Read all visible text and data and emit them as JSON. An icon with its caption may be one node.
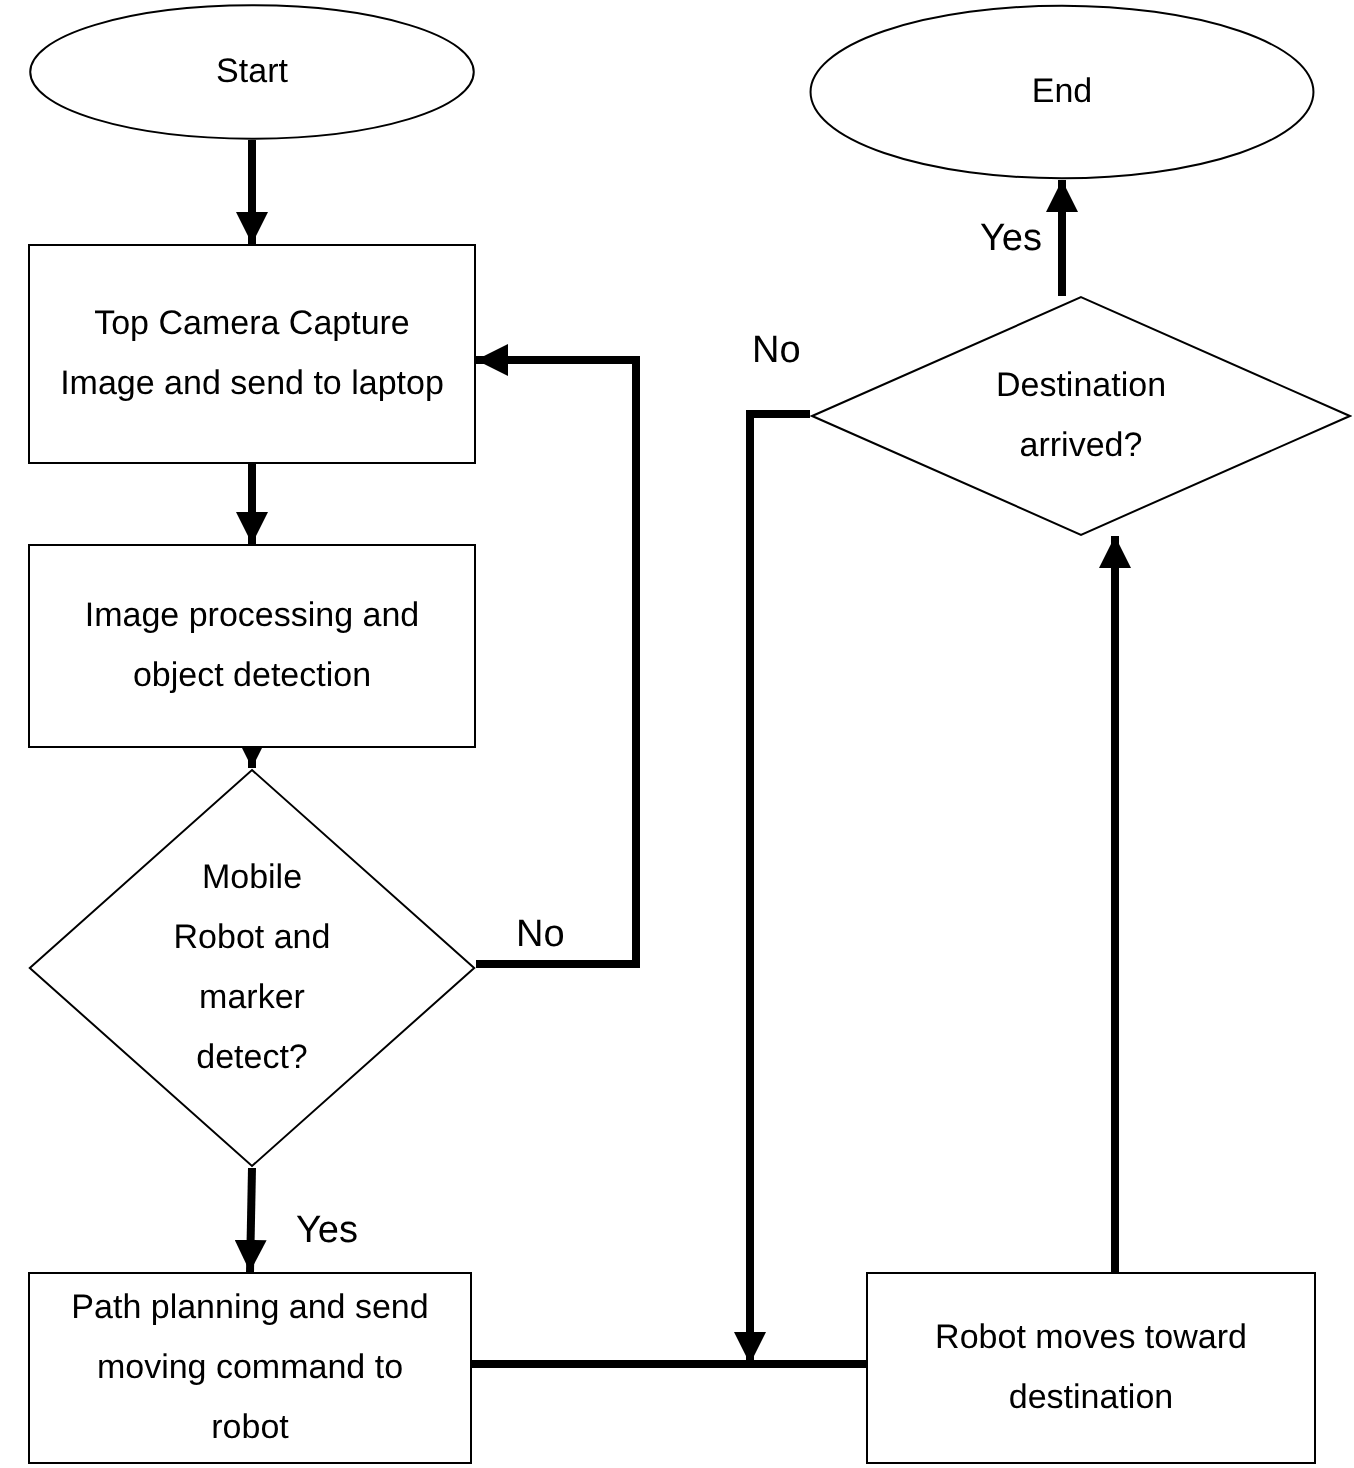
{
  "diagram": {
    "nodes": [
      {
        "text": [
          "Start"
        ]
      },
      {
        "text": [
          "Top Camera Capture Image and send to laptop"
        ]
      },
      {
        "text": [
          "Image processing and object detection"
        ]
      },
      {
        "text": [
          "Mobile Robot and marker detect?"
        ]
      },
      {
        "text": [
          "Path planning and send moving command to robot"
        ]
      },
      {
        "text": [
          "Robot moves toward destination"
        ]
      },
      {
        "text": [
          "Destination arrived?"
        ]
      },
      {
        "text": [
          "End"
        ]
      }
    ],
    "edges": [
      {
        "from": 0,
        "to": 1,
        "arrow": "to"
      },
      {
        "from": 1,
        "to": 2,
        "arrow": "to"
      },
      {
        "from": 2,
        "to": 3,
        "arrow": "to"
      },
      {
        "from": 3,
        "to": 1,
        "arrow": "to",
        "label": "No"
      },
      {
        "from": 3,
        "to": 4,
        "arrow": "to",
        "label": "Yes"
      },
      {
        "from": 4,
        "to": 5,
        "arrow": "none"
      },
      {
        "from": 6,
        "to": 5,
        "arrow": "to",
        "label": "No"
      },
      {
        "from": 5,
        "to": 6,
        "arrow": "to"
      },
      {
        "from": 6,
        "to": 7,
        "arrow": "to",
        "label": "Yes"
      }
    ]
  }
}
